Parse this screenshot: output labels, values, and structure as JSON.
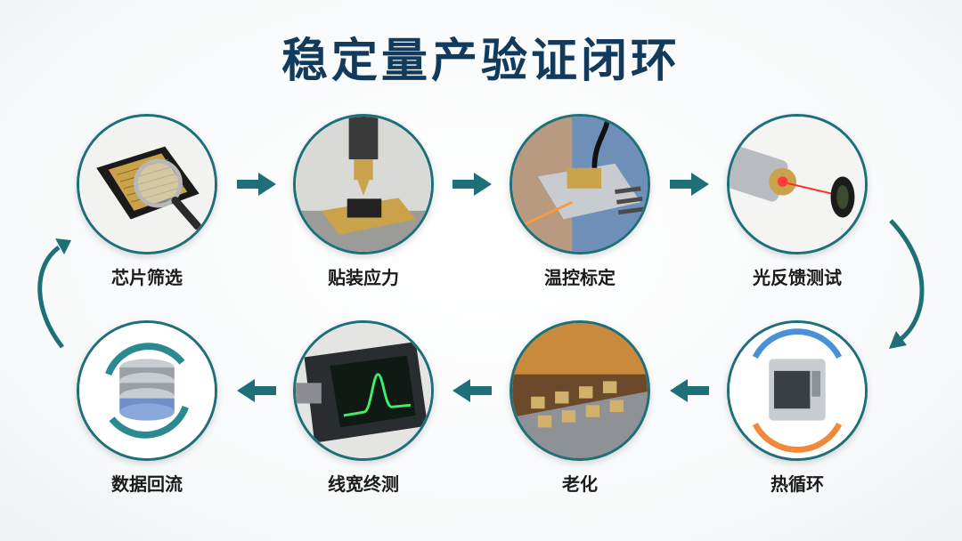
{
  "title": "稳定量产验证闭环",
  "steps": [
    {
      "label": "芯片筛选"
    },
    {
      "label": "贴装应力"
    },
    {
      "label": "温控标定"
    },
    {
      "label": "光反馈测试"
    },
    {
      "label": "热循环"
    },
    {
      "label": "老化"
    },
    {
      "label": "线宽终测"
    },
    {
      "label": "数据回流"
    }
  ],
  "colors": {
    "title": "#123a5c",
    "accent": "#1f6f78",
    "label": "#1b1b1b"
  }
}
